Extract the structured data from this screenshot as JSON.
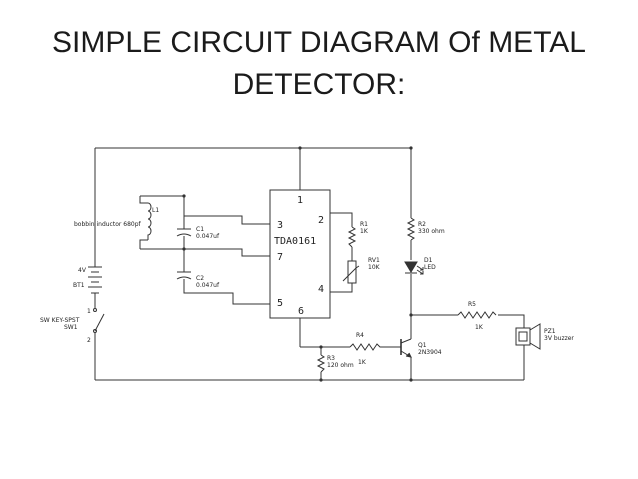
{
  "slide": {
    "title_line1": "SIMPLE CIRCUIT DIAGRAM Of METAL",
    "title_line2": "DETECTOR:"
  },
  "circuit": {
    "ic": {
      "name": "TDA0161",
      "pins": [
        "1",
        "2",
        "3",
        "4",
        "5",
        "6",
        "7"
      ]
    },
    "l1": {
      "ref": "L1",
      "value": "bobbin inductor 680pf"
    },
    "c1": {
      "ref": "C1",
      "value": "0.047uf"
    },
    "c2": {
      "ref": "C2",
      "value": "0.047uf"
    },
    "bt1": {
      "value": "4V",
      "ref": "BT1"
    },
    "sw1": {
      "value": "SW KEY-SPST",
      "ref": "SW1",
      "pin1": "1",
      "pin2": "2"
    },
    "r1": {
      "ref": "R1",
      "value": "1K"
    },
    "rv1": {
      "ref": "RV1",
      "value": "10K"
    },
    "r2": {
      "ref": "R2",
      "value": "330 ohm"
    },
    "d1": {
      "ref": "D1",
      "value": "LED"
    },
    "r5": {
      "ref": "R5",
      "value": "1K"
    },
    "r4": {
      "ref": "R4",
      "value": "1K"
    },
    "r3": {
      "ref": "R3",
      "value": "120 ohm"
    },
    "q1": {
      "ref": "Q1",
      "value": "2N3904"
    },
    "pz1": {
      "ref": "PZ1",
      "value": "3V buzzer"
    }
  }
}
